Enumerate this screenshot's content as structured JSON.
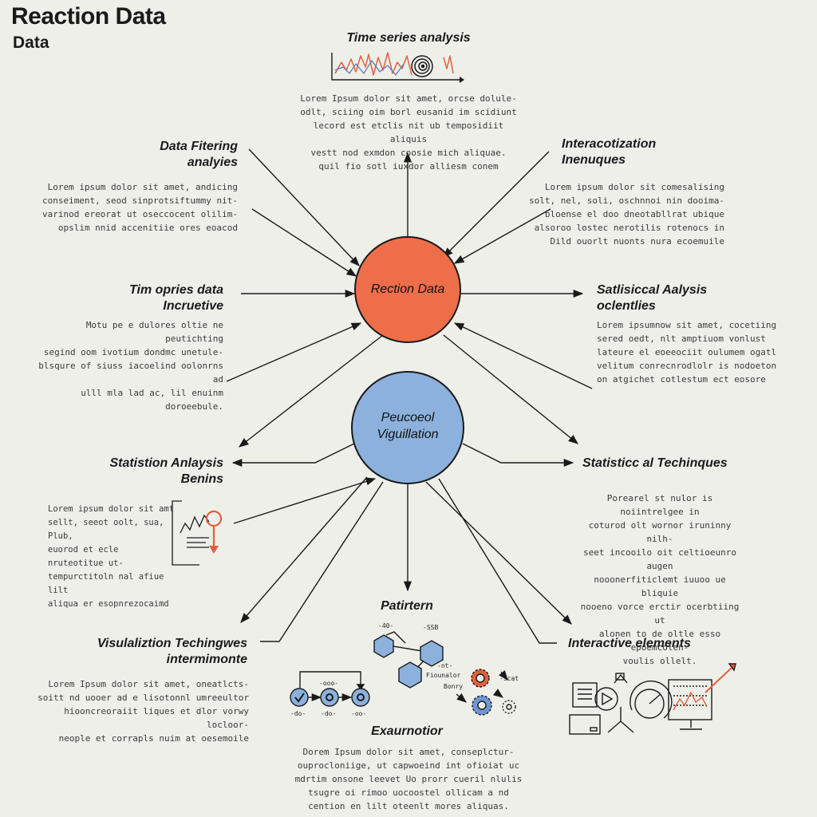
{
  "title": "Reaction Data",
  "subtitle": "Data",
  "center_nodes": {
    "primary": {
      "label": "Rection Data",
      "color": "#ee6e4a"
    },
    "secondary": {
      "label": "Peucoeol\nViguillation",
      "color": "#8cb1dd"
    }
  },
  "colors": {
    "line": "#1a1a1a",
    "accent_orange": "#e0613e",
    "accent_blue": "#6e96d3"
  },
  "sections": {
    "top": {
      "heading": "Time series  analysis",
      "body": "Lorem Ipsum dolor sit amet, orcse dolule-\nodlt, sciing oim borl eusanid im scidiunt\nlecord est etclis nit ub temposidiit aliquis\nvestt nod exmdon coosie mich aliquae.\nquil fio sotl iuxdor alliesm conem"
    },
    "upper_left": {
      "heading": "Data Fitering\nanalyies",
      "body": "Lorem ipsum dolor sit amet, andicing\nconseiment, seod sinprotsiftummy nit-\nvarinod ereorat ut oseccocent olilim-\nopslim nnid accenitiie ores eoacod"
    },
    "upper_right": {
      "heading": "Interacotization\nInenuques",
      "body": "Lorem ipsum dolor sit comesalising\nsolt, nel, soli, oschnnoi nin dooima-\nbloense el doo dneotabllrat ubique\nalsoroo lostec nerotilis rotenocs in\nDild ouorlt nuonts nura ecoemuile"
    },
    "middle_left": {
      "heading": "Tim opries data\nIncruetive",
      "body": "Motu pe e dulores oltie ne peutichting\nsegind oom ivotium dondmc unetule-\nblsqure of siuss iacoelind oolonrns ad\nulll mla lad ac, lil enuinm doroeebule."
    },
    "middle_right": {
      "heading": "Satlisiccal Aalysis\noclentlies",
      "body": "Lorem ipsumnow sit amet, cocetiing\nsered oedt, nlt amptiuom vonlust\nlateure el eoeeociit oulumem ogatl\nvelitum conrecnrodlolr is nodoeton\non atgichet cotlestum ect eosore"
    },
    "lower_left": {
      "heading": "Statistion Anlaysis\nBenins",
      "body": "Lorem ipsum dolor sit amt\nsellt, seeot oolt, sua, Plub,\neuorod et ecle nruteotitue ut-\ntempurctitoln nal afiue lilt\naliqua er esopnrezocaimd"
    },
    "lower_right": {
      "heading": "Statisticc al Techinques",
      "body": "Porearel st nulor is noiintrelgee in\ncoturod olt wornor iruninny nilh-\nseet incooilo oit celtioeunro augen\nnooonerfiticlemt iuuoo ue bliquie\nnooeno vorce erctir ocerbtiing ut\nalonen to de oltle esso epoemcolen-\nvoulis ollelt."
    },
    "bottom_left": {
      "heading": "Visulaliztion Techingwes\nintermimonte",
      "body": "Lorem Ipsum dolor sit amet, oneatlcts-\nsoitt nd uooer ad e lisotonnl umreeultor\nhiooncreoraiit liques et dlor vorwy locloor-\nneople et corrapls nuim at oesemoile"
    },
    "bottom_center": {
      "heading": "Patirtern",
      "tiny_labels": [
        "-40-",
        "-SSB",
        "-nt-",
        "Fiounalor",
        "Bonry",
        "-scat",
        "-ooo-",
        "-do-",
        "-do-",
        "-oo-"
      ]
    },
    "bottom_caption": {
      "heading": "Exaurnotior",
      "body": "Dorem Ipsum dolor sit amet, conseplctur-\nouprocloniige, ut capwoeind int  ofioiat uc\nmdrtim onsone leevet Uo prorr cueril nlulis\ntsugre oi rimoo uocoostel ollicam a nd\ncention  en  lilt  oteenlt mores  aliquas."
    },
    "bottom_right": {
      "heading": "Interactive elements"
    }
  },
  "icons": [
    "line-chart-icon",
    "spiral-icon",
    "document-chart-icon",
    "location-pin-icon",
    "down-arrow-icon",
    "hexagon-network-icon",
    "gear-icon",
    "circle-flow-icon",
    "monitor-icon",
    "play-icon",
    "dashboard-chart-icon"
  ]
}
